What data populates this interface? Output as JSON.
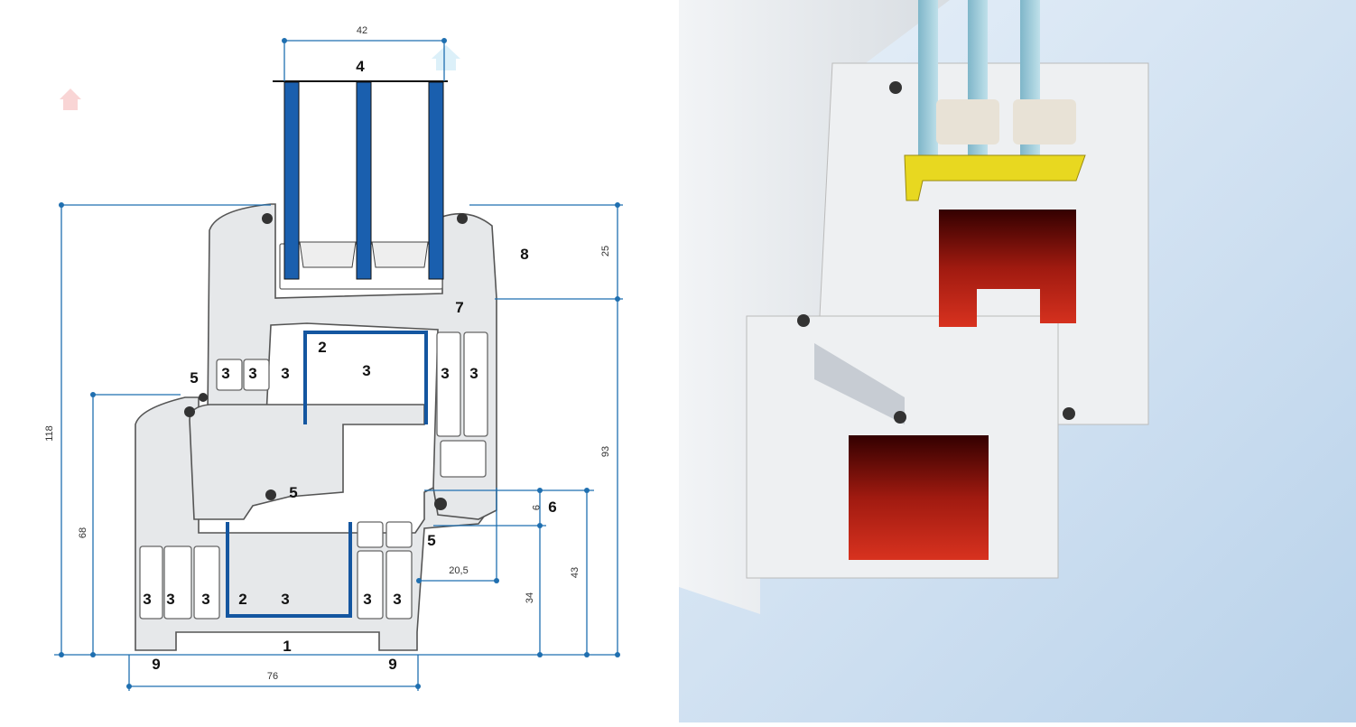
{
  "diagram": {
    "title_callout": "4",
    "callouts": [
      "4",
      "8",
      "7",
      "2",
      "3",
      "3",
      "3",
      "3",
      "3",
      "3",
      "5",
      "5",
      "6",
      "5",
      "3",
      "3",
      "3",
      "2",
      "3",
      "3",
      "3",
      "1",
      "9",
      "9"
    ],
    "dimensions": [
      "42",
      "118",
      "68",
      "25",
      "93",
      "9",
      "20,5",
      "34",
      "43",
      "76"
    ]
  },
  "colors": {
    "dimension_line": "#1f6fb0",
    "steel_reinforcement": "#1456a0",
    "render_steel": "#c8281c",
    "render_spacer": "#e8d820"
  }
}
